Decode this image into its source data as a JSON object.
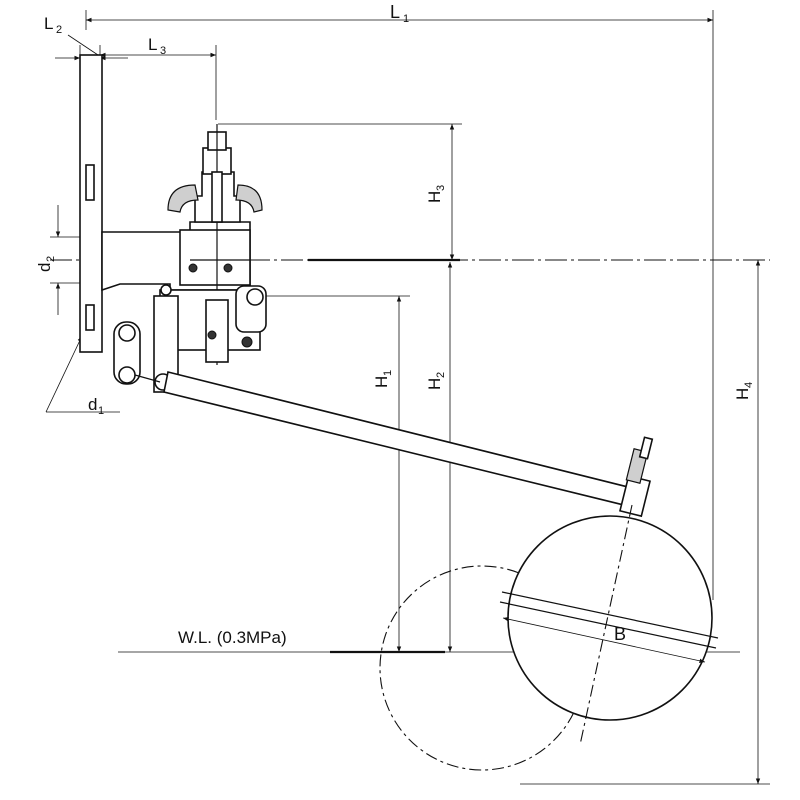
{
  "labels": {
    "L1": "L",
    "L1_sub": "1",
    "L2": "L",
    "L2_sub": "2",
    "L3": "L",
    "L3_sub": "3",
    "H1": "H",
    "H1_sub": "1",
    "H2": "H",
    "H2_sub": "2",
    "H3": "H",
    "H3_sub": "3",
    "H4": "H",
    "H4_sub": "4",
    "d1": "d",
    "d1_sub": "1",
    "d2": "d",
    "d2_sub": "2",
    "B": "B",
    "water_level": "W.L. (0.3MPa)"
  }
}
